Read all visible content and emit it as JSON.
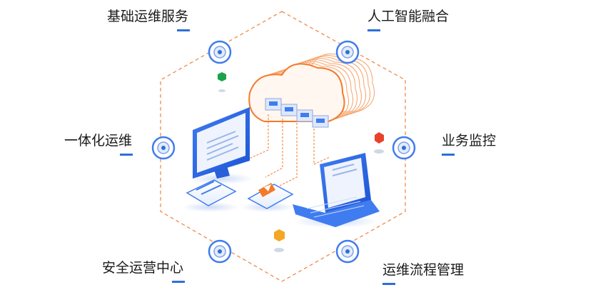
{
  "labels": {
    "basic_ops": "基础运维服务",
    "ai": "人工智能融合",
    "unified_ops": "一体化运维",
    "monitor": "业务监控",
    "sec_ops": "安全运营中心",
    "process_mgmt": "运维流程管理"
  },
  "colors": {
    "accent_blue": "#2f6fd6",
    "hex_orange": "#f08a4b",
    "cloud_orange": "#f47a2a",
    "cube_red": "#e8432a",
    "cube_orange": "#f5a623",
    "cube_green": "#1aa34a"
  },
  "icons": [
    "node-icon",
    "cloud-icon",
    "monitor-icon",
    "laptop-icon",
    "document-icon",
    "cube-icon"
  ]
}
